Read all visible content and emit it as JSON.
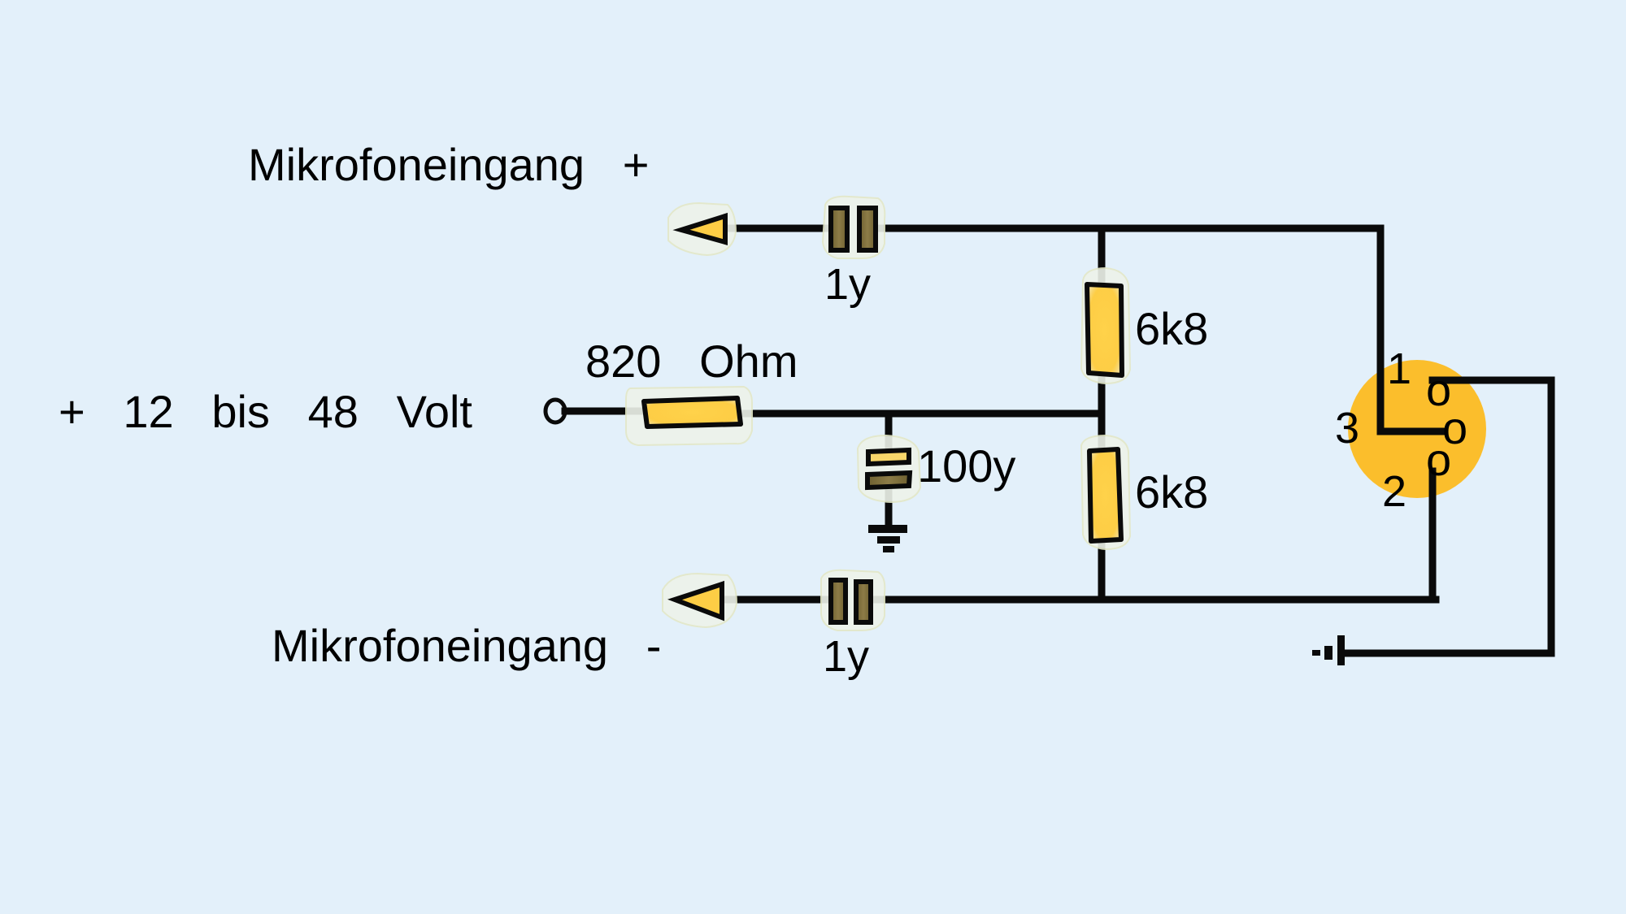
{
  "title": "Phantomspeisung Schaltung",
  "labels": {
    "mic_plus": "Mikrofoneingang   +",
    "mic_minus": "Mikrofoneingang   -",
    "supply": "+   12   bis   48   Volt",
    "r_series": "820   Ohm",
    "c_top": "1y",
    "c_bottom": "1y",
    "c_filter": "100y",
    "r_top": "6k8",
    "r_bottom": "6k8",
    "pin1": "1",
    "pin2": "2",
    "pin3": "3",
    "pin_glyph": "o"
  },
  "colors": {
    "background": "#e3f0fa",
    "wire": "#0a0a0a",
    "resistor_fill": "#fdcd45",
    "capacitor_fill": "#8a7a45",
    "connector_fill": "#fbbe2c",
    "arrow_fill": "#fdcd45"
  }
}
